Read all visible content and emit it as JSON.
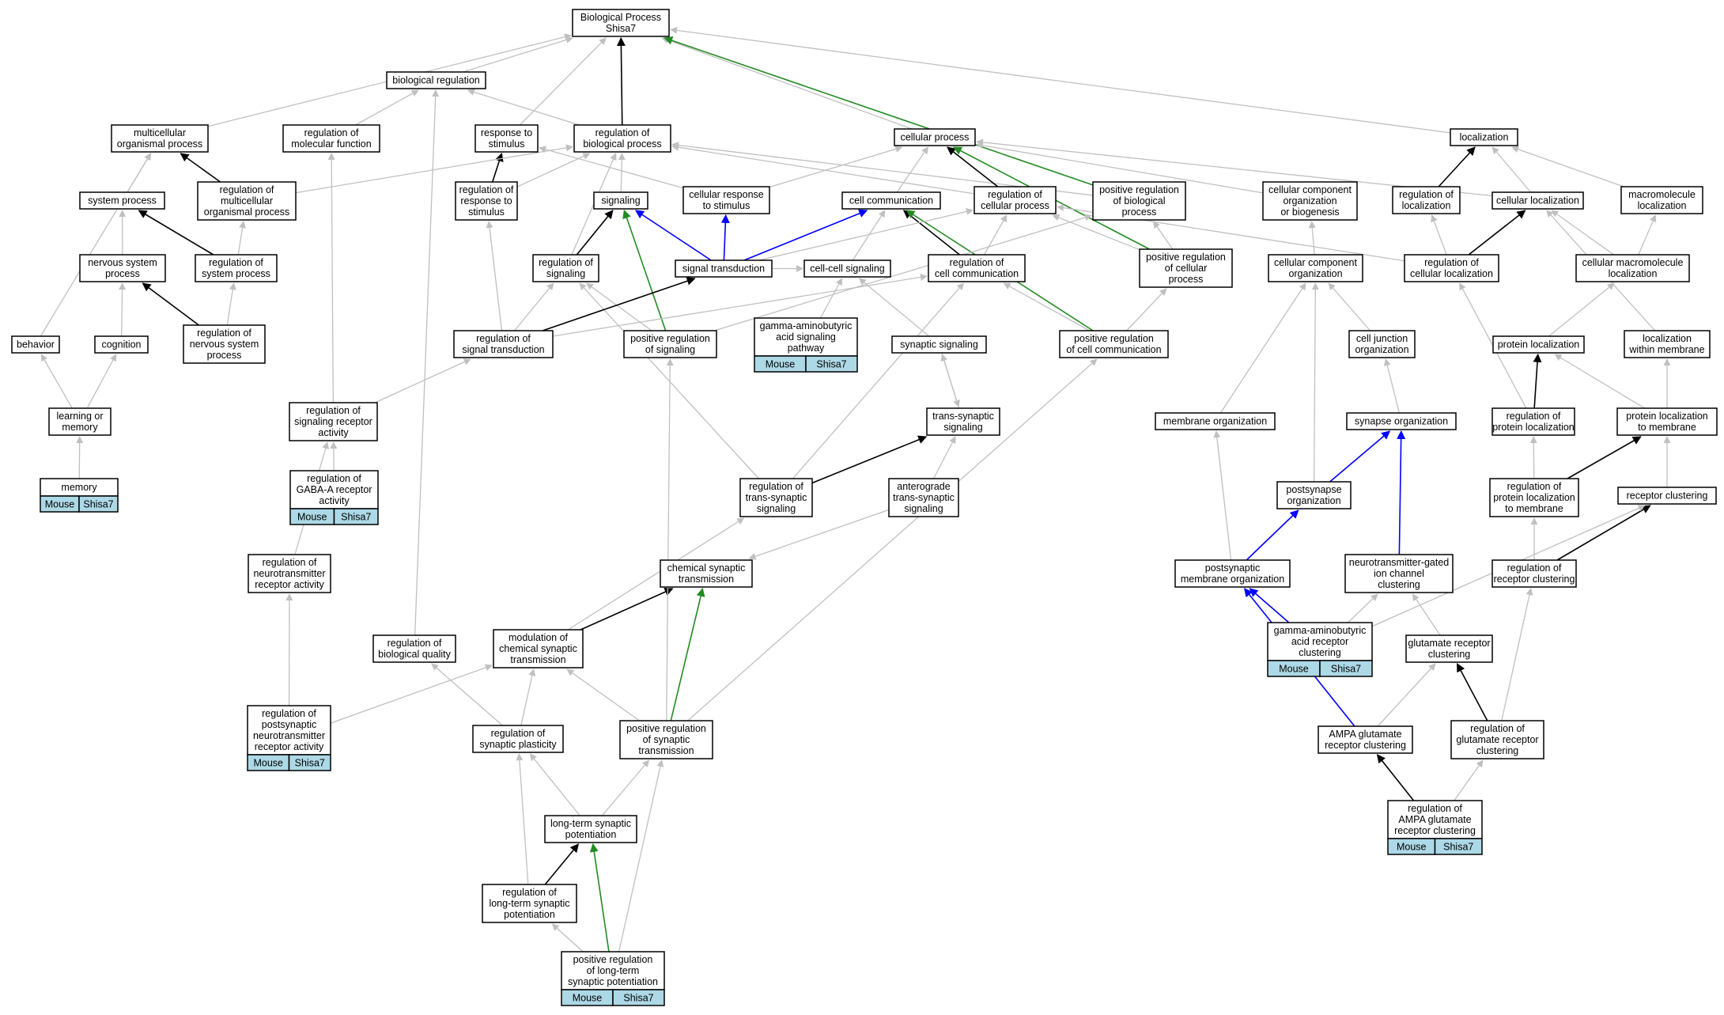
{
  "diagram": {
    "colors": {
      "is_a": "#c0c0c0",
      "part_of": "#000000",
      "regulates": "#0000ff",
      "positively_regulates": "#228b22",
      "annotation_fill": "#add8e6"
    },
    "nodes": [
      {
        "id": "bp",
        "lines": [
          "Biological Process",
          "Shisa7"
        ]
      },
      {
        "id": "bioreg",
        "lines": [
          "biological regulation"
        ]
      },
      {
        "id": "multi",
        "lines": [
          "multicellular",
          "organismal process"
        ]
      },
      {
        "id": "regmol",
        "lines": [
          "regulation of",
          "molecular function"
        ]
      },
      {
        "id": "resp",
        "lines": [
          "response to",
          "stimulus"
        ]
      },
      {
        "id": "regbp",
        "lines": [
          "regulation of",
          "biological process"
        ]
      },
      {
        "id": "cellproc",
        "lines": [
          "cellular process"
        ]
      },
      {
        "id": "loc",
        "lines": [
          "localization"
        ]
      },
      {
        "id": "sysproc",
        "lines": [
          "system process"
        ]
      },
      {
        "id": "regmulti",
        "lines": [
          "regulation of",
          "multicellular",
          "organismal process"
        ]
      },
      {
        "id": "regresp",
        "lines": [
          "regulation of",
          "response to",
          "stimulus"
        ]
      },
      {
        "id": "signaling",
        "lines": [
          "signaling"
        ]
      },
      {
        "id": "cellresp",
        "lines": [
          "cellular response",
          "to stimulus"
        ]
      },
      {
        "id": "cellcomm",
        "lines": [
          "cell communication"
        ]
      },
      {
        "id": "regcellproc",
        "lines": [
          "regulation of",
          "cellular process"
        ]
      },
      {
        "id": "posregbp",
        "lines": [
          "positive regulation",
          "of biological",
          "process"
        ]
      },
      {
        "id": "ccorg",
        "lines": [
          "cellular component",
          "organization",
          "or biogenesis"
        ]
      },
      {
        "id": "regloc",
        "lines": [
          "regulation of",
          "localization"
        ]
      },
      {
        "id": "cellloc",
        "lines": [
          "cellular localization"
        ]
      },
      {
        "id": "macroloc",
        "lines": [
          "macromolecule",
          "localization"
        ]
      },
      {
        "id": "nsp",
        "lines": [
          "nervous system",
          "process"
        ]
      },
      {
        "id": "regsys",
        "lines": [
          "regulation of",
          "system process"
        ]
      },
      {
        "id": "regsig",
        "lines": [
          "regulation of",
          "signaling"
        ]
      },
      {
        "id": "sigtrans",
        "lines": [
          "signal transduction"
        ]
      },
      {
        "id": "cellcellsig",
        "lines": [
          "cell-cell signaling"
        ]
      },
      {
        "id": "regcellcomm",
        "lines": [
          "regulation of",
          "cell communication"
        ]
      },
      {
        "id": "posregcp",
        "lines": [
          "positive regulation",
          "of cellular",
          "process"
        ]
      },
      {
        "id": "ccorg2",
        "lines": [
          "cellular component",
          "organization"
        ]
      },
      {
        "id": "regcellloc",
        "lines": [
          "regulation of",
          "cellular localization"
        ]
      },
      {
        "id": "cellmacroloc",
        "lines": [
          "cellular macromolecule",
          "localization"
        ]
      },
      {
        "id": "behavior",
        "lines": [
          "behavior"
        ]
      },
      {
        "id": "cognition",
        "lines": [
          "cognition"
        ]
      },
      {
        "id": "regnsp",
        "lines": [
          "regulation of",
          "nervous system",
          "process"
        ]
      },
      {
        "id": "regsigtrans",
        "lines": [
          "regulation of",
          "signal transduction"
        ]
      },
      {
        "id": "posregsig",
        "lines": [
          "positive regulation",
          "of signaling"
        ]
      },
      {
        "id": "gabapath",
        "lines": [
          "gamma-aminobutyric",
          "acid signaling",
          "pathway"
        ],
        "annotated": true
      },
      {
        "id": "synsig",
        "lines": [
          "synaptic signaling"
        ]
      },
      {
        "id": "posregcc",
        "lines": [
          "positive regulation",
          "of cell communication"
        ]
      },
      {
        "id": "celljunc",
        "lines": [
          "cell junction",
          "organization"
        ]
      },
      {
        "id": "protloc",
        "lines": [
          "protein localization"
        ]
      },
      {
        "id": "locmem",
        "lines": [
          "localization",
          "within membrane"
        ]
      },
      {
        "id": "learn",
        "lines": [
          "learning or",
          "memory"
        ]
      },
      {
        "id": "regsigrec",
        "lines": [
          "regulation of",
          "signaling receptor",
          "activity"
        ]
      },
      {
        "id": "tss",
        "lines": [
          "trans-synaptic",
          "signaling"
        ]
      },
      {
        "id": "memorg",
        "lines": [
          "membrane organization"
        ]
      },
      {
        "id": "synorg",
        "lines": [
          "synapse organization"
        ]
      },
      {
        "id": "regprotloc",
        "lines": [
          "regulation of",
          "protein localization"
        ]
      },
      {
        "id": "protlocmem",
        "lines": [
          "protein localization",
          "to membrane"
        ]
      },
      {
        "id": "memory",
        "lines": [
          "memory"
        ],
        "annotated": true
      },
      {
        "id": "reggaba",
        "lines": [
          "regulation of",
          "GABA-A receptor",
          "activity"
        ],
        "annotated": true
      },
      {
        "id": "regtss",
        "lines": [
          "regulation of",
          "trans-synaptic",
          "signaling"
        ]
      },
      {
        "id": "antero",
        "lines": [
          "anterograde",
          "trans-synaptic",
          "signaling"
        ]
      },
      {
        "id": "postsynorg",
        "lines": [
          "postsynapse",
          "organization"
        ]
      },
      {
        "id": "regprotlocmem",
        "lines": [
          "regulation of",
          "protein localization",
          "to membrane"
        ]
      },
      {
        "id": "recclust",
        "lines": [
          "receptor clustering"
        ]
      },
      {
        "id": "regnrec",
        "lines": [
          "regulation of",
          "neurotransmitter",
          "receptor activity"
        ]
      },
      {
        "id": "chemsyn",
        "lines": [
          "chemical synaptic",
          "transmission"
        ]
      },
      {
        "id": "postsynmem",
        "lines": [
          "postsynaptic",
          "membrane organization"
        ]
      },
      {
        "id": "ntgated",
        "lines": [
          "neurotransmitter-gated",
          "ion channel",
          "clustering"
        ]
      },
      {
        "id": "regrecclust",
        "lines": [
          "regulation of",
          "receptor clustering"
        ]
      },
      {
        "id": "regbq",
        "lines": [
          "regulation of",
          "biological quality"
        ]
      },
      {
        "id": "modchem",
        "lines": [
          "modulation of",
          "chemical synaptic",
          "transmission"
        ]
      },
      {
        "id": "gabaclust",
        "lines": [
          "gamma-aminobutyric",
          "acid receptor",
          "clustering"
        ],
        "annotated": true
      },
      {
        "id": "glutclust",
        "lines": [
          "glutamate receptor",
          "clustering"
        ]
      },
      {
        "id": "regpostsyn",
        "lines": [
          "regulation of",
          "postsynaptic",
          "neurotransmitter",
          "receptor activity"
        ],
        "annotated": true
      },
      {
        "id": "regsynplast",
        "lines": [
          "regulation of",
          "synaptic plasticity"
        ]
      },
      {
        "id": "posregsyn",
        "lines": [
          "positive regulation",
          "of synaptic",
          "transmission"
        ]
      },
      {
        "id": "ampaclust",
        "lines": [
          "AMPA glutamate",
          "receptor clustering"
        ]
      },
      {
        "id": "regglut",
        "lines": [
          "regulation of",
          "glutamate receptor",
          "clustering"
        ]
      },
      {
        "id": "ltp",
        "lines": [
          "long-term synaptic",
          "potentiation"
        ]
      },
      {
        "id": "regampa",
        "lines": [
          "regulation of",
          "AMPA glutamate",
          "receptor clustering"
        ],
        "annotated": true
      },
      {
        "id": "regltp",
        "lines": [
          "regulation of",
          "long-term synaptic",
          "potentiation"
        ]
      },
      {
        "id": "posregltp",
        "lines": [
          "positive regulation",
          "of long-term",
          "synaptic potentiation"
        ],
        "annotated": true
      }
    ],
    "annotation_labels": [
      "Mouse",
      "Shisa7"
    ],
    "edges": [
      [
        "bioreg",
        "bp",
        "is_a"
      ],
      [
        "multi",
        "bp",
        "is_a"
      ],
      [
        "resp",
        "bp",
        "is_a"
      ],
      [
        "regbp",
        "bp",
        "part_of"
      ],
      [
        "cellproc",
        "bp",
        "is_a"
      ],
      [
        "loc",
        "bp",
        "is_a"
      ],
      [
        "posregbp",
        "bp",
        "positively_regulates"
      ],
      [
        "regmol",
        "bioreg",
        "is_a"
      ],
      [
        "regbp",
        "bioreg",
        "is_a"
      ],
      [
        "regbq",
        "bioreg",
        "is_a"
      ],
      [
        "sysproc",
        "multi",
        "is_a"
      ],
      [
        "regmulti",
        "multi",
        "part_of"
      ],
      [
        "behavior",
        "multi",
        "is_a"
      ],
      [
        "regsigrec",
        "regmol",
        "is_a"
      ],
      [
        "regresp",
        "resp",
        "part_of"
      ],
      [
        "cellresp",
        "resp",
        "is_a"
      ],
      [
        "regmulti",
        "regbp",
        "is_a"
      ],
      [
        "regresp",
        "regbp",
        "is_a"
      ],
      [
        "signaling",
        "regbp",
        "is_a"
      ],
      [
        "regsig",
        "regbp",
        "is_a"
      ],
      [
        "regcellproc",
        "regbp",
        "is_a"
      ],
      [
        "posregbp",
        "regbp",
        "is_a"
      ],
      [
        "cellresp",
        "cellproc",
        "is_a"
      ],
      [
        "cellcomm",
        "cellproc",
        "is_a"
      ],
      [
        "regcellproc",
        "cellproc",
        "part_of"
      ],
      [
        "ccorg",
        "cellproc",
        "is_a"
      ],
      [
        "cellloc",
        "cellproc",
        "is_a"
      ],
      [
        "posregcp",
        "cellproc",
        "positively_regulates"
      ],
      [
        "regloc",
        "loc",
        "part_of"
      ],
      [
        "cellloc",
        "loc",
        "is_a"
      ],
      [
        "macroloc",
        "loc",
        "is_a"
      ],
      [
        "nsp",
        "sysproc",
        "is_a"
      ],
      [
        "regsys",
        "sysproc",
        "part_of"
      ],
      [
        "regsys",
        "regmulti",
        "is_a"
      ],
      [
        "regsigtrans",
        "regresp",
        "is_a"
      ],
      [
        "regsig",
        "signaling",
        "part_of"
      ],
      [
        "sigtrans",
        "signaling",
        "regulates"
      ],
      [
        "posregsig",
        "signaling",
        "positively_regulates"
      ],
      [
        "sigtrans",
        "cellresp",
        "regulates"
      ],
      [
        "sigtrans",
        "cellcomm",
        "regulates"
      ],
      [
        "cellcellsig",
        "cellcomm",
        "is_a"
      ],
      [
        "regcellcomm",
        "cellcomm",
        "part_of"
      ],
      [
        "posregcc",
        "cellcomm",
        "positively_regulates"
      ],
      [
        "regcellcomm",
        "regcellproc",
        "is_a"
      ],
      [
        "posregcp",
        "regcellproc",
        "is_a"
      ],
      [
        "sigtrans",
        "regcellproc",
        "is_a"
      ],
      [
        "posregcp",
        "posregbp",
        "is_a"
      ],
      [
        "posregsig",
        "posregbp",
        "is_a"
      ],
      [
        "ccorg2",
        "ccorg",
        "is_a"
      ],
      [
        "regcellloc",
        "regloc",
        "is_a"
      ],
      [
        "regcellloc",
        "cellloc",
        "part_of"
      ],
      [
        "cellmacroloc",
        "cellloc",
        "is_a"
      ],
      [
        "cellmacroloc",
        "macroloc",
        "is_a"
      ],
      [
        "regcellloc",
        "regcellproc",
        "is_a"
      ],
      [
        "regnsp",
        "nsp",
        "part_of"
      ],
      [
        "cognition",
        "nsp",
        "is_a"
      ],
      [
        "regnsp",
        "regsys",
        "is_a"
      ],
      [
        "regsigtrans",
        "regsig",
        "is_a"
      ],
      [
        "posregsig",
        "regsig",
        "is_a"
      ],
      [
        "regtss",
        "regsig",
        "is_a"
      ],
      [
        "regsigtrans",
        "sigtrans",
        "part_of"
      ],
      [
        "sigtrans",
        "cellcellsig",
        "is_a"
      ],
      [
        "gabapath",
        "cellcellsig",
        "is_a"
      ],
      [
        "synsig",
        "cellcellsig",
        "is_a"
      ],
      [
        "regsigtrans",
        "regcellcomm",
        "is_a"
      ],
      [
        "posregcc",
        "regcellcomm",
        "is_a"
      ],
      [
        "regtss",
        "regcellcomm",
        "is_a"
      ],
      [
        "posregcc",
        "posregcp",
        "is_a"
      ],
      [
        "memorg",
        "ccorg2",
        "is_a"
      ],
      [
        "celljunc",
        "ccorg2",
        "is_a"
      ],
      [
        "postsynorg",
        "ccorg2",
        "is_a"
      ],
      [
        "regprotloc",
        "regcellloc",
        "is_a"
      ],
      [
        "protloc",
        "cellmacroloc",
        "is_a"
      ],
      [
        "locmem",
        "cellloc",
        "is_a"
      ],
      [
        "learn",
        "behavior",
        "is_a"
      ],
      [
        "learn",
        "cognition",
        "is_a"
      ],
      [
        "regsigrec",
        "regsigtrans",
        "is_a"
      ],
      [
        "synsig",
        "tss",
        "is_a"
      ],
      [
        "tss",
        "synsig",
        "is_a"
      ],
      [
        "regprotloc",
        "protloc",
        "part_of"
      ],
      [
        "protlocmem",
        "protloc",
        "is_a"
      ],
      [
        "protlocmem",
        "locmem",
        "is_a"
      ],
      [
        "memory",
        "learn",
        "is_a"
      ],
      [
        "reggaba",
        "regsigrec",
        "is_a"
      ],
      [
        "regnrec",
        "regsigrec",
        "is_a"
      ],
      [
        "regtss",
        "tss",
        "part_of"
      ],
      [
        "antero",
        "tss",
        "is_a"
      ],
      [
        "synorg",
        "celljunc",
        "is_a"
      ],
      [
        "postsynorg",
        "synorg",
        "regulates"
      ],
      [
        "ntgated",
        "synorg",
        "regulates"
      ],
      [
        "regprotlocmem",
        "regprotloc",
        "is_a"
      ],
      [
        "regprotlocmem",
        "protlocmem",
        "part_of"
      ],
      [
        "recclust",
        "protlocmem",
        "is_a"
      ],
      [
        "regrecclust",
        "recclust",
        "part_of"
      ],
      [
        "regrecclust",
        "regprotlocmem",
        "is_a"
      ],
      [
        "postsynmem",
        "memorg",
        "is_a"
      ],
      [
        "postsynmem",
        "postsynorg",
        "regulates"
      ],
      [
        "antero",
        "chemsyn",
        "is_a"
      ],
      [
        "modchem",
        "chemsyn",
        "part_of"
      ],
      [
        "posregsyn",
        "chemsyn",
        "positively_regulates"
      ],
      [
        "modchem",
        "regtss",
        "is_a"
      ],
      [
        "regpostsyn",
        "regnrec",
        "is_a"
      ],
      [
        "regpostsyn",
        "modchem",
        "is_a"
      ],
      [
        "gabaclust",
        "postsynmem",
        "regulates"
      ],
      [
        "gabaclust",
        "ntgated",
        "is_a"
      ],
      [
        "gabaclust",
        "recclust",
        "is_a"
      ],
      [
        "glutclust",
        "ntgated",
        "is_a"
      ],
      [
        "ampaclust",
        "postsynmem",
        "regulates"
      ],
      [
        "ampaclust",
        "glutclust",
        "is_a"
      ],
      [
        "regglut",
        "glutclust",
        "part_of"
      ],
      [
        "regglut",
        "regrecclust",
        "is_a"
      ],
      [
        "regsynplast",
        "regbq",
        "is_a"
      ],
      [
        "regsynplast",
        "modchem",
        "is_a"
      ],
      [
        "posregsyn",
        "modchem",
        "is_a"
      ],
      [
        "posregsyn",
        "posregsig",
        "is_a"
      ],
      [
        "posregsyn",
        "posregcc",
        "is_a"
      ],
      [
        "ltp",
        "regsynplast",
        "is_a"
      ],
      [
        "ltp",
        "posregsyn",
        "is_a"
      ],
      [
        "regltp",
        "ltp",
        "part_of"
      ],
      [
        "regltp",
        "regsynplast",
        "is_a"
      ],
      [
        "posregltp",
        "ltp",
        "positively_regulates"
      ],
      [
        "posregltp",
        "regltp",
        "is_a"
      ],
      [
        "posregltp",
        "posregsyn",
        "is_a"
      ],
      [
        "regampa",
        "ampaclust",
        "part_of"
      ],
      [
        "regampa",
        "regglut",
        "is_a"
      ]
    ]
  }
}
